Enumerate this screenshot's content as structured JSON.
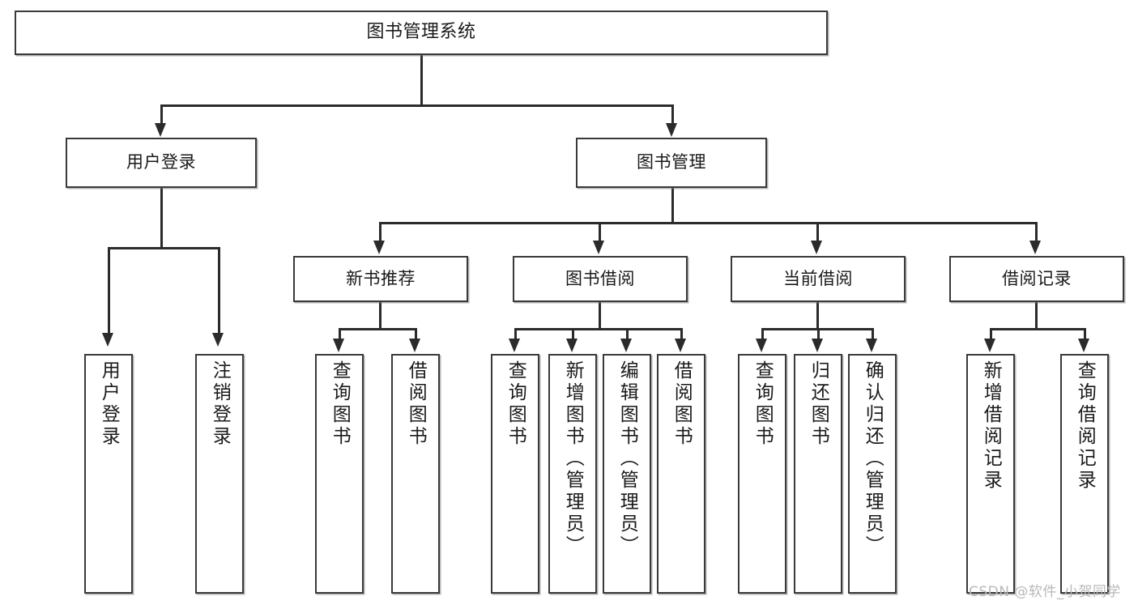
{
  "diagram": {
    "title": "图书管理系统",
    "watermark": "CSDN @软件_小贺同学",
    "nodes": {
      "root": "图书管理系统",
      "user_login": "用户登录",
      "book_manage": "图书管理",
      "new_book_rec": "新书推荐",
      "book_borrow": "图书借阅",
      "current_borrow": "当前借阅",
      "borrow_record": "借阅记录",
      "leaf_user_login": "用户登录",
      "leaf_logout_login": "注销登录",
      "leaf_query_book_1": "查询图书",
      "leaf_borrow_book_1": "借阅图书",
      "leaf_query_book_2": "查询图书",
      "leaf_add_book_admin": "新增图书（管理员）",
      "leaf_edit_book_admin": "编辑图书（管理员）",
      "leaf_borrow_book_2": "借阅图书",
      "leaf_query_book_3": "查询图书",
      "leaf_return_book": "归还图书",
      "leaf_confirm_return_admin": "确认归还（管理员）",
      "leaf_add_borrow_record": "新增借阅记录",
      "leaf_query_borrow_record": "查询借阅记录"
    }
  }
}
